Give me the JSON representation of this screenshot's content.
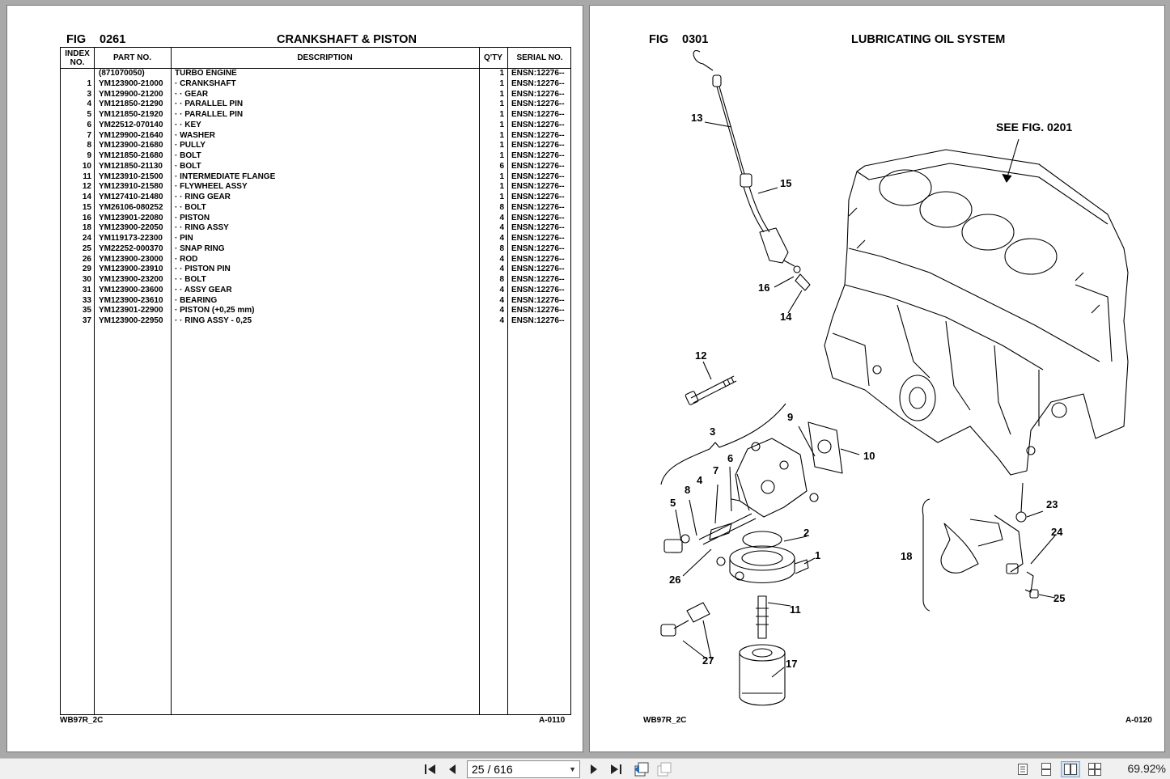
{
  "left_page": {
    "fig_label": "FIG",
    "fig_number": "0261",
    "title": "CRANKSHAFT & PISTON",
    "headers": {
      "index": "INDEX NO.",
      "part": "PART NO.",
      "description": "DESCRIPTION",
      "qty": "Q'TY",
      "serial": "SERIAL NO."
    },
    "rows": [
      {
        "idx": "",
        "part": "(871070050)",
        "desc": "TURBO ENGINE",
        "qty": "1",
        "serial": "ENSN:12276--"
      },
      {
        "idx": "1",
        "part": "YM123900-21000",
        "desc": "· CRANKSHAFT",
        "qty": "1",
        "serial": "ENSN:12276--"
      },
      {
        "idx": "3",
        "part": "YM129900-21200",
        "desc": "· · GEAR",
        "qty": "1",
        "serial": "ENSN:12276--"
      },
      {
        "idx": "4",
        "part": "YM121850-21290",
        "desc": "· · PARALLEL PIN",
        "qty": "1",
        "serial": "ENSN:12276--"
      },
      {
        "idx": "5",
        "part": "YM121850-21920",
        "desc": "· · PARALLEL PIN",
        "qty": "1",
        "serial": "ENSN:12276--"
      },
      {
        "idx": "6",
        "part": "YM22512-070140",
        "desc": "· · KEY",
        "qty": "1",
        "serial": "ENSN:12276--"
      },
      {
        "idx": "7",
        "part": "YM129900-21640",
        "desc": "· WASHER",
        "qty": "1",
        "serial": "ENSN:12276--"
      },
      {
        "idx": "8",
        "part": "YM123900-21680",
        "desc": "· PULLY",
        "qty": "1",
        "serial": "ENSN:12276--"
      },
      {
        "idx": "9",
        "part": "YM121850-21680",
        "desc": "· BOLT",
        "qty": "1",
        "serial": "ENSN:12276--"
      },
      {
        "idx": "10",
        "part": "YM121850-21130",
        "desc": "· BOLT",
        "qty": "6",
        "serial": "ENSN:12276--"
      },
      {
        "idx": "11",
        "part": "YM123910-21500",
        "desc": "· INTERMEDIATE FLANGE",
        "qty": "1",
        "serial": "ENSN:12276--"
      },
      {
        "idx": "12",
        "part": "YM123910-21580",
        "desc": "· FLYWHEEL ASSY",
        "qty": "1",
        "serial": "ENSN:12276--"
      },
      {
        "idx": "14",
        "part": "YM127410-21480",
        "desc": "· · RING GEAR",
        "qty": "1",
        "serial": "ENSN:12276--"
      },
      {
        "idx": "15",
        "part": "YM26106-080252",
        "desc": "· · BOLT",
        "qty": "8",
        "serial": "ENSN:12276--"
      },
      {
        "idx": "16",
        "part": "YM123901-22080",
        "desc": "· PISTON",
        "qty": "4",
        "serial": "ENSN:12276--"
      },
      {
        "idx": "18",
        "part": "YM123900-22050",
        "desc": "· · RING ASSY",
        "qty": "4",
        "serial": "ENSN:12276--"
      },
      {
        "idx": "24",
        "part": "YM119173-22300",
        "desc": "· PIN",
        "qty": "4",
        "serial": "ENSN:12276--"
      },
      {
        "idx": "25",
        "part": "YM22252-000370",
        "desc": "· SNAP RING",
        "qty": "8",
        "serial": "ENSN:12276--"
      },
      {
        "idx": "26",
        "part": "YM123900-23000",
        "desc": "· ROD",
        "qty": "4",
        "serial": "ENSN:12276--"
      },
      {
        "idx": "29",
        "part": "YM123900-23910",
        "desc": "· · PISTON PIN",
        "qty": "4",
        "serial": "ENSN:12276--"
      },
      {
        "idx": "30",
        "part": "YM123900-23200",
        "desc": "· · BOLT",
        "qty": "8",
        "serial": "ENSN:12276--"
      },
      {
        "idx": "31",
        "part": "YM123900-23600",
        "desc": "· · ASSY GEAR",
        "qty": "4",
        "serial": "ENSN:12276--"
      },
      {
        "idx": "33",
        "part": "YM123900-23610",
        "desc": "· BEARING",
        "qty": "4",
        "serial": "ENSN:12276--"
      },
      {
        "idx": "35",
        "part": "YM123901-22900",
        "desc": "· PISTON (+0,25 mm)",
        "qty": "4",
        "serial": "ENSN:12276--"
      },
      {
        "idx": "37",
        "part": "YM123900-22950",
        "desc": "· · RING ASSY - 0,25",
        "qty": "4",
        "serial": "ENSN:12276--"
      }
    ],
    "footer_left": "WB97R_2C",
    "footer_right": "A-0110"
  },
  "right_page": {
    "fig_label": "FIG",
    "fig_number": "0301",
    "title": "LUBRICATING OIL SYSTEM",
    "see_fig": "SEE FIG. 0201",
    "callouts": {
      "c1": "1",
      "c2": "2",
      "c3": "3",
      "c4": "4",
      "c5": "5",
      "c6": "6",
      "c7": "7",
      "c8": "8",
      "c9": "9",
      "c10": "10",
      "c11": "11",
      "c12": "12",
      "c13": "13",
      "c14": "14",
      "c15": "15",
      "c16": "16",
      "c17": "17",
      "c18": "18",
      "c23": "23",
      "c24": "24",
      "c25": "25",
      "c26": "26",
      "c27": "27"
    },
    "footer_left": "WB97R_2C",
    "footer_right": "A-0120"
  },
  "toolbar": {
    "page_indicator": "25 / 616",
    "zoom": "69.92%"
  }
}
